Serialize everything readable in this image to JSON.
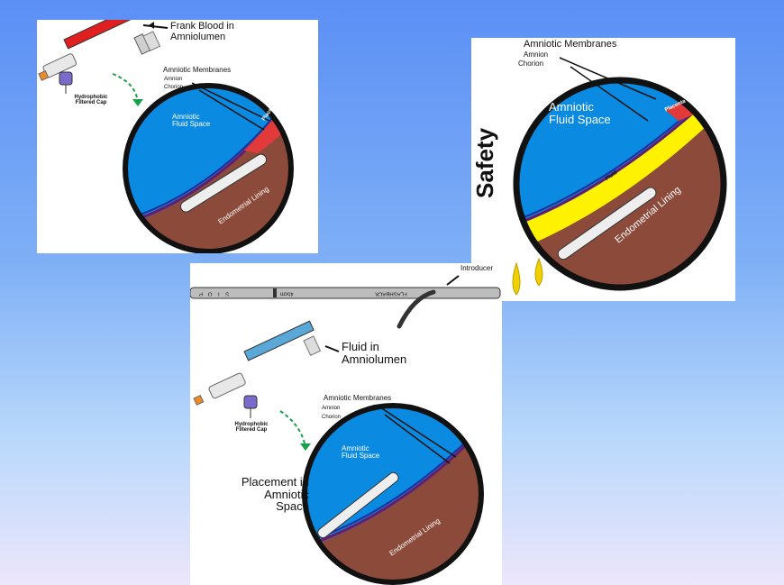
{
  "panel_top_left": {
    "syringe_label": "Frank Blood in Amniolumen",
    "cap_label": "Hydrophobic Filtered Cap",
    "membranes_label": "Amniotic Membranes",
    "amnion_label": "Amnion",
    "chorion_label": "Chorion",
    "fluid_label": "Amniotic Fluid Space",
    "placenta_label": "Placenta",
    "lining_label": "Endometrial Lining"
  },
  "panel_right": {
    "membranes_label": "Amniotic Membranes",
    "amnion_label": "Amnion",
    "chorion_label": "Chorion",
    "fluid_label": "Amniotic Fluid Space",
    "safety_label": "Safety",
    "placenta_label": "Placenta",
    "fluid_layer_label": "Fluid",
    "lining_label": "Endometrial Lining"
  },
  "panel_bottom": {
    "introducer_label": "Introducer",
    "stop_label": "S T O P",
    "depth_label": "45cm",
    "flashback_label": "FLASHBACK",
    "syringe_label": "Fluid in Amniolumen",
    "cap_label": "Hydrophobic Filtered Cap",
    "membranes_label": "Amniotic Membranes",
    "amnion_label": "Amnion",
    "chorion_label": "Chorion",
    "fluid_label": "Amniotic Fluid Space",
    "placement_label": "Placement in Amniotic Space",
    "lining_label": "Endometrial Lining"
  },
  "colors": {
    "amniotic_fluid": "#0a8ae0",
    "endometrium": "#8b4a3a",
    "placenta": "#e23a3a",
    "chorion": "#6a1a6a",
    "amnion": "#1e2e9a",
    "warning_fluid": "#fff200",
    "blood_syringe": "#e02020",
    "fluid_syringe": "#5aa8d8",
    "filter_cap": "#7a6acb",
    "arrow_green": "#1aa04a"
  }
}
